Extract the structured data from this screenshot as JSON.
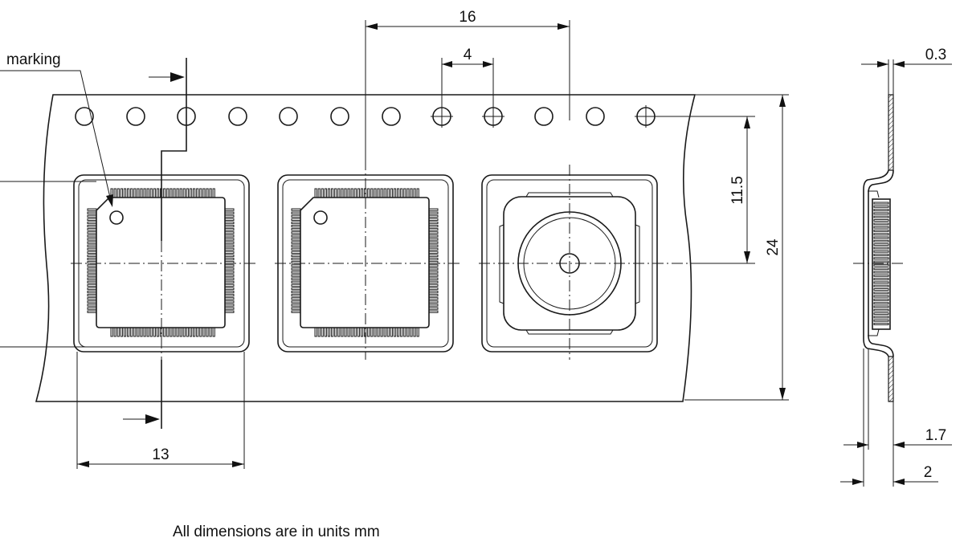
{
  "labels": {
    "marking": "marking",
    "note": "All dimensions are in units mm"
  },
  "dimensions": {
    "pitch": "16",
    "hole_pitch": "4",
    "pocket_offset": "11.5",
    "tape_width": "24",
    "pocket_width": "13",
    "tape_thickness": "0.3",
    "pocket_depth_inner": "1.7",
    "pocket_depth_outer": "2"
  }
}
